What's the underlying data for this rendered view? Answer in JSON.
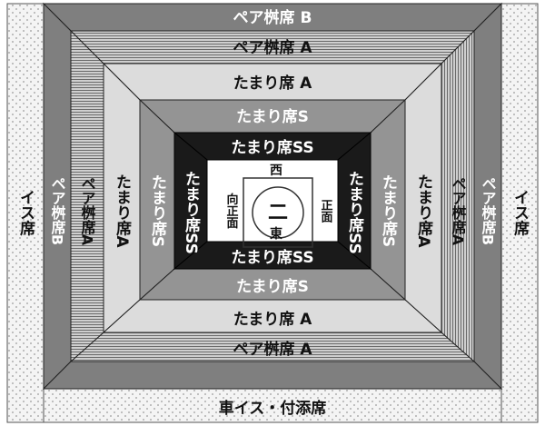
{
  "labels": {
    "chair_left": "イス席",
    "chair_right": "イス席",
    "wheelchair": "車イス・付添席",
    "pair_b_top": "ペア桝席 B",
    "pair_a_top": "ペア桝席 A",
    "tamari_a_top": "たまり席 A",
    "tamari_s_top": "たまり席S",
    "tamari_ss_top": "たまり席SS",
    "tamari_ss_bottom": "たまり席SS",
    "tamari_s_bottom": "たまり席S",
    "tamari_a_bottom": "たまり席 A",
    "pair_a_bottom": "ペア桝席 A",
    "pair_b_left": "ペア桝席B",
    "pair_a_left": "ペア桝席A",
    "tamari_a_left": "たまり席A",
    "tamari_s_left": "たまり席S",
    "tamari_ss_left": "たまり席SS",
    "tamari_ss_right": "たまり席SS",
    "tamari_s_right": "たまり席S",
    "tamari_a_right": "たまり席A",
    "pair_a_right": "ペア桝席A",
    "pair_b_right": "ペア桝席B",
    "west": "西",
    "east": "東",
    "front": "正面",
    "opposite_front": "向正面",
    "ring_mark": "二"
  },
  "colors": {
    "pair_b": "#7f7f7f",
    "pair_a": "#b0b0b0",
    "tamari_a": "#dcdcdc",
    "tamari_s": "#949494",
    "tamari_ss": "#1a1a1a",
    "center": "#ffffff",
    "dotted_bg": "#f4f4f4",
    "dot": "#9a9a9a"
  }
}
